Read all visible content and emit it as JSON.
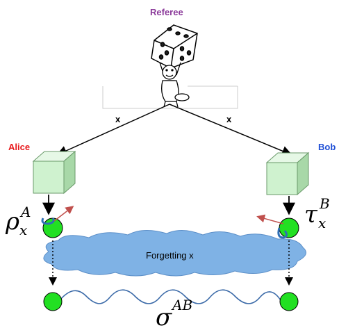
{
  "referee": {
    "label": "Referee",
    "color": "#8B3A9A"
  },
  "alice": {
    "label": "Alice",
    "color": "#E8191C"
  },
  "bob": {
    "label": "Bob",
    "color": "#1F4FD6"
  },
  "arrows": {
    "left_label": "x",
    "right_label": "x"
  },
  "cloud": {
    "label": "Forgetting x",
    "fill": "#7FB2E5"
  },
  "states": {
    "alice_state": {
      "base": "ρ",
      "sub": "x",
      "sup": "A"
    },
    "bob_state": {
      "base": "τ",
      "sub": "x",
      "sup": "B"
    },
    "joint_state": {
      "base": "σ",
      "sup": "AB"
    }
  },
  "colors": {
    "box": "#CFF2CF",
    "ball": "#22E022"
  }
}
